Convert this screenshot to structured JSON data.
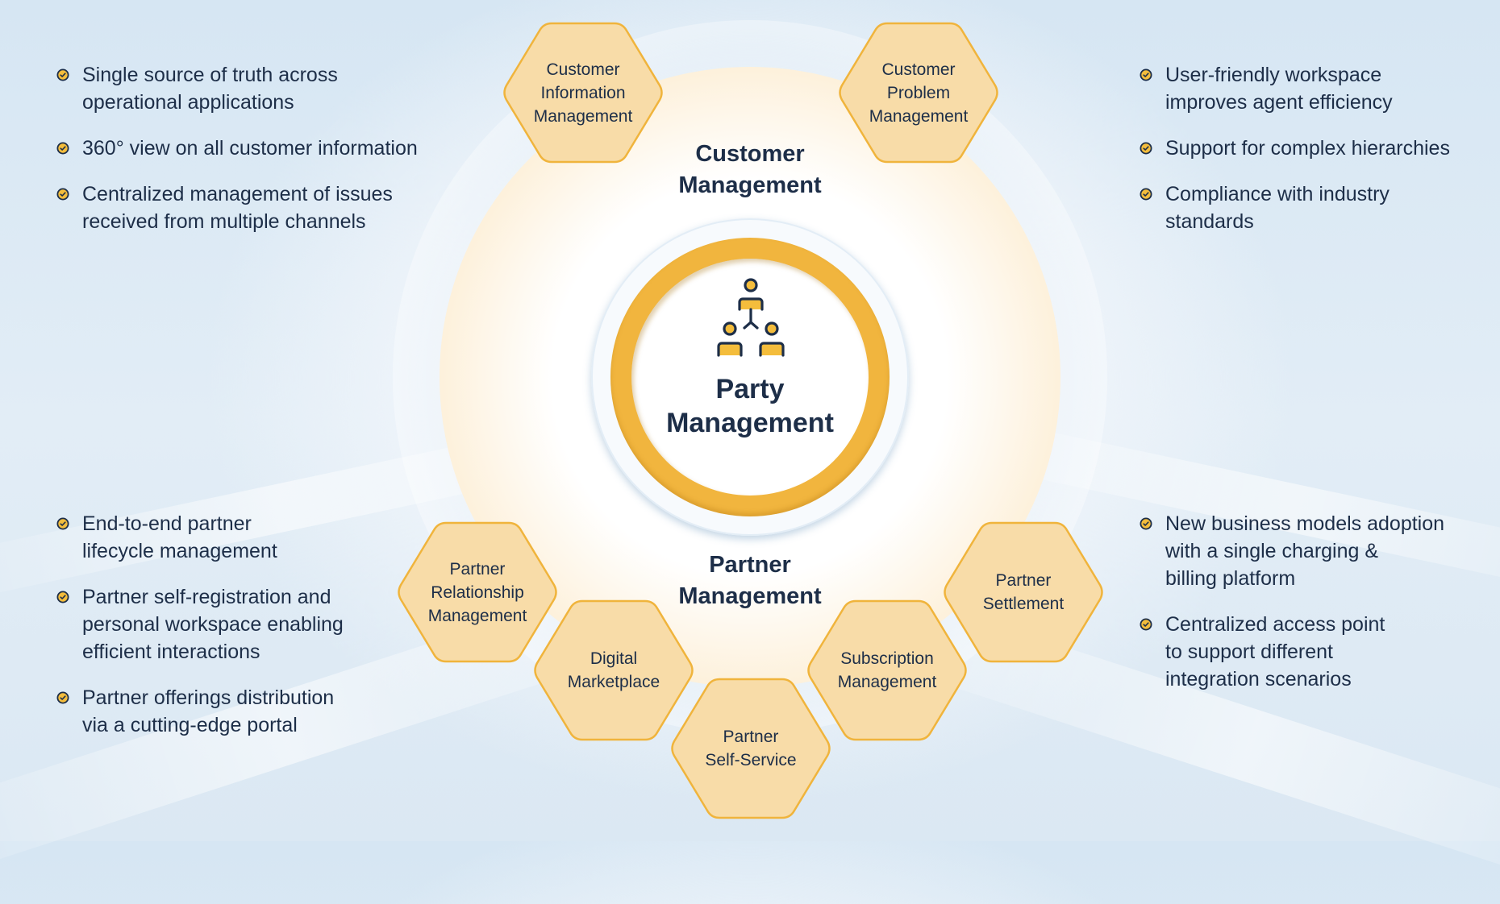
{
  "colors": {
    "hex_fill": "#f8dca8",
    "hex_border": "#f0b43c",
    "ring": "#f1b53e",
    "text": "#1d2e48",
    "check_fill": "#f4bd3c"
  },
  "center": {
    "icon": "org-hierarchy-icon",
    "title_line1": "Party",
    "title_line2": "Management"
  },
  "groups": {
    "customer": {
      "title_line1": "Customer",
      "title_line2": "Management"
    },
    "partner": {
      "title_line1": "Partner",
      "title_line2": "Management"
    }
  },
  "hexagons": [
    {
      "lines": [
        "Customer",
        "Information",
        "Management"
      ]
    },
    {
      "lines": [
        "Customer",
        "Problem",
        "Management"
      ]
    },
    {
      "lines": [
        "Partner",
        "Relationship",
        "Management"
      ]
    },
    {
      "lines": [
        "Digital",
        "Marketplace"
      ]
    },
    {
      "lines": [
        "Partner",
        "Self-Service"
      ]
    },
    {
      "lines": [
        "Subscription",
        "Management"
      ]
    },
    {
      "lines": [
        "Partner",
        "Settlement"
      ]
    }
  ],
  "bullets": {
    "icon": "check-circle-icon",
    "top_left": [
      {
        "lines": [
          "Single source of truth across",
          "operational applications"
        ]
      },
      {
        "lines": [
          "360° view on all customer information"
        ]
      },
      {
        "lines": [
          "Centralized management of issues",
          "received from multiple channels"
        ]
      }
    ],
    "top_right": [
      {
        "lines": [
          "User-friendly workspace",
          "improves agent efficiency"
        ]
      },
      {
        "lines": [
          "Support for complex hierarchies"
        ]
      },
      {
        "lines": [
          "Compliance with industry",
          "standards"
        ]
      }
    ],
    "bottom_left": [
      {
        "lines": [
          "End-to-end partner",
          "lifecycle management"
        ]
      },
      {
        "lines": [
          "Partner self-registration and",
          "personal workspace enabling",
          "efficient interactions"
        ]
      },
      {
        "lines": [
          "Partner offerings distribution",
          "via a cutting-edge portal"
        ]
      }
    ],
    "bottom_right": [
      {
        "lines": [
          "New business models adoption",
          "with a single charging  &",
          "billing platform"
        ]
      },
      {
        "lines": [
          "Centralized access point",
          "to support different",
          "integration scenarios"
        ]
      }
    ]
  }
}
